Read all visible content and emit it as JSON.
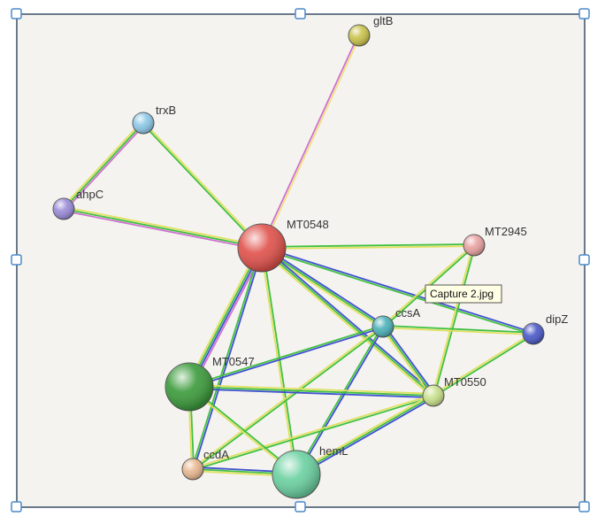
{
  "network": {
    "nodes": [
      {
        "id": "gltB",
        "label": "gltB",
        "color": "#c9c24a",
        "size": "small"
      },
      {
        "id": "trxB",
        "label": "trxB",
        "color": "#8cc8e8",
        "size": "small"
      },
      {
        "id": "ahpC",
        "label": "ahpC",
        "color": "#9a8ad8",
        "size": "small"
      },
      {
        "id": "MT0548",
        "label": "MT0548",
        "color": "#e0504a",
        "size": "large"
      },
      {
        "id": "MT2945",
        "label": "MT2945",
        "color": "#e8a0a0",
        "size": "small"
      },
      {
        "id": "ccsA",
        "label": "ccsA",
        "color": "#4ab0b8",
        "size": "small"
      },
      {
        "id": "dipZ",
        "label": "dipZ",
        "color": "#4a58c8",
        "size": "small"
      },
      {
        "id": "MT0547",
        "label": "MT0547",
        "color": "#3a9a3a",
        "size": "large"
      },
      {
        "id": "MT0550",
        "label": "MT0550",
        "color": "#c8e08a",
        "size": "small"
      },
      {
        "id": "ccdA",
        "label": "ccdA",
        "color": "#e8b890",
        "size": "small"
      },
      {
        "id": "hemL",
        "label": "hemL",
        "color": "#6ad0a0",
        "size": "large"
      }
    ],
    "edges": [
      {
        "from": "MT0548",
        "to": "gltB",
        "colors": [
          "#d070d0",
          "#f0e080"
        ]
      },
      {
        "from": "MT0548",
        "to": "trxB",
        "colors": [
          "#40c040",
          "#e0e060"
        ]
      },
      {
        "from": "trxB",
        "to": "ahpC",
        "colors": [
          "#d070d0",
          "#40c040",
          "#e0e060"
        ]
      },
      {
        "from": "MT0548",
        "to": "ahpC",
        "colors": [
          "#d070d0",
          "#40c040",
          "#e0e060"
        ]
      },
      {
        "from": "MT0548",
        "to": "MT2945",
        "colors": [
          "#40c040",
          "#e0e060"
        ]
      },
      {
        "from": "MT0548",
        "to": "ccsA",
        "colors": [
          "#4050d0",
          "#40c040",
          "#e0e060"
        ]
      },
      {
        "from": "MT0548",
        "to": "dipZ",
        "colors": [
          "#4050d0",
          "#40c040"
        ]
      },
      {
        "from": "MT0548",
        "to": "MT0550",
        "colors": [
          "#4050d0",
          "#40c040",
          "#e0e060"
        ]
      },
      {
        "from": "MT0548",
        "to": "MT0547",
        "colors": [
          "#d070d0",
          "#4050d0",
          "#40c040",
          "#e0e060"
        ]
      },
      {
        "from": "MT0548",
        "to": "ccdA",
        "colors": [
          "#4050d0",
          "#40c040"
        ]
      },
      {
        "from": "MT0548",
        "to": "hemL",
        "colors": [
          "#40c040",
          "#e0e060"
        ]
      },
      {
        "from": "MT2945",
        "to": "ccsA",
        "colors": [
          "#40c040",
          "#e0e060"
        ]
      },
      {
        "from": "MT2945",
        "to": "MT0550",
        "colors": [
          "#40c040",
          "#e0e060"
        ]
      },
      {
        "from": "ccsA",
        "to": "dipZ",
        "colors": [
          "#40c040",
          "#e0e060"
        ]
      },
      {
        "from": "ccsA",
        "to": "MT0550",
        "colors": [
          "#4050d0",
          "#40c040",
          "#e0e060"
        ]
      },
      {
        "from": "ccsA",
        "to": "MT0547",
        "colors": [
          "#4050d0",
          "#40c040"
        ]
      },
      {
        "from": "ccsA",
        "to": "ccdA",
        "colors": [
          "#40c040",
          "#e0e060"
        ]
      },
      {
        "from": "ccsA",
        "to": "hemL",
        "colors": [
          "#4050d0",
          "#40c040"
        ]
      },
      {
        "from": "dipZ",
        "to": "MT0550",
        "colors": [
          "#40c040",
          "#e0e060"
        ]
      },
      {
        "from": "MT0550",
        "to": "MT0547",
        "colors": [
          "#4050d0",
          "#40c040",
          "#e0e060"
        ]
      },
      {
        "from": "MT0550",
        "to": "ccdA",
        "colors": [
          "#40c040",
          "#e0e060"
        ]
      },
      {
        "from": "MT0550",
        "to": "hemL",
        "colors": [
          "#4050d0",
          "#40c040",
          "#e0e060"
        ]
      },
      {
        "from": "MT0547",
        "to": "ccdA",
        "colors": [
          "#40c040",
          "#e0e060"
        ]
      },
      {
        "from": "MT0547",
        "to": "hemL",
        "colors": [
          "#40c040",
          "#e0e060"
        ]
      },
      {
        "from": "ccdA",
        "to": "hemL",
        "colors": [
          "#4050d0",
          "#40c040",
          "#e0e060"
        ]
      }
    ]
  },
  "tooltip": {
    "text": "Capture 2.jpg"
  },
  "frame": {
    "border_color": "#6a7a8a",
    "handle_color": "#4a8ac8",
    "background": "#f4f3ef"
  }
}
